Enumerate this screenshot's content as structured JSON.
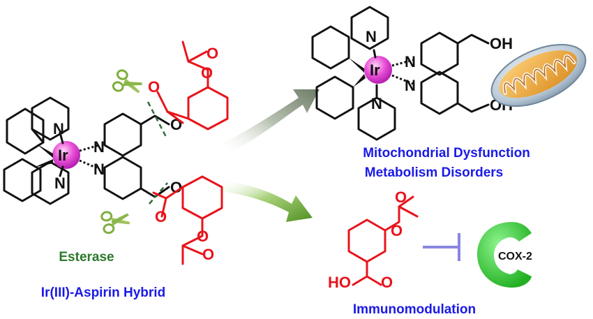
{
  "labels": {
    "mito_line1": "Mitochondrial Dysfunction",
    "mito_line2": "Metabolism Disorders",
    "esterase": "Esterase",
    "hybrid": "Ir(III)-Aspirin Hybrid",
    "immuno": "Immunomodulation",
    "cox2": "COX-2"
  },
  "atoms": {
    "iridium": "Ir",
    "nitrogen": "N",
    "oxygen": "O",
    "hydroxyl": "OH",
    "carboxyl_h": "HO"
  },
  "colors": {
    "blue_label": "#1a1ae6",
    "green_label": "#2a7a2a",
    "red_structure": "#e8141c",
    "iridium_sphere": "#e84fd6",
    "arrow_gray": "#8e9a86",
    "arrow_green": "#6fa63a",
    "cox2_green": "#3ccf3c",
    "inhibit_line": "#8a86e0"
  }
}
